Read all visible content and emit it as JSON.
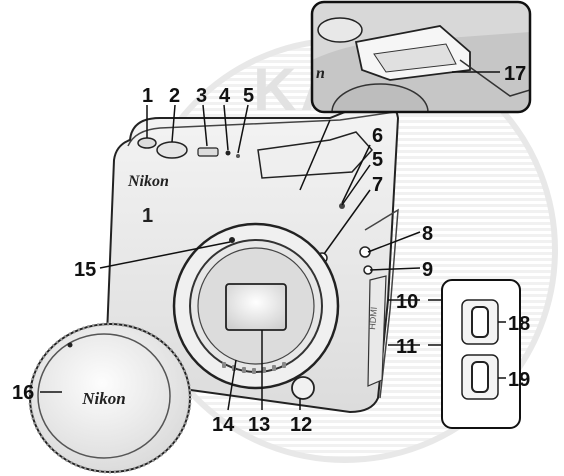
{
  "camera": {
    "brand": "Nikon",
    "model": "1",
    "cap_brand": "Nikon"
  },
  "watermark": "KAYO",
  "callouts": [
    {
      "id": 1,
      "label": "1"
    },
    {
      "id": 2,
      "label": "2"
    },
    {
      "id": 3,
      "label": "3"
    },
    {
      "id": 4,
      "label": "4"
    },
    {
      "id": 5,
      "label": "5"
    },
    {
      "id": 6,
      "label": "6"
    },
    {
      "id": 7,
      "label": "5"
    },
    {
      "id": 8,
      "label": "7"
    },
    {
      "id": 9,
      "label": "8"
    },
    {
      "id": 10,
      "label": "9"
    },
    {
      "id": 11,
      "label": "10"
    },
    {
      "id": 12,
      "label": "11"
    },
    {
      "id": 13,
      "label": "12"
    },
    {
      "id": 14,
      "label": "13"
    },
    {
      "id": 15,
      "label": "14"
    },
    {
      "id": 16,
      "label": "15"
    },
    {
      "id": 17,
      "label": "16"
    },
    {
      "id": 18,
      "label": "17"
    },
    {
      "id": 19,
      "label": "18"
    },
    {
      "id": 20,
      "label": "19"
    }
  ]
}
